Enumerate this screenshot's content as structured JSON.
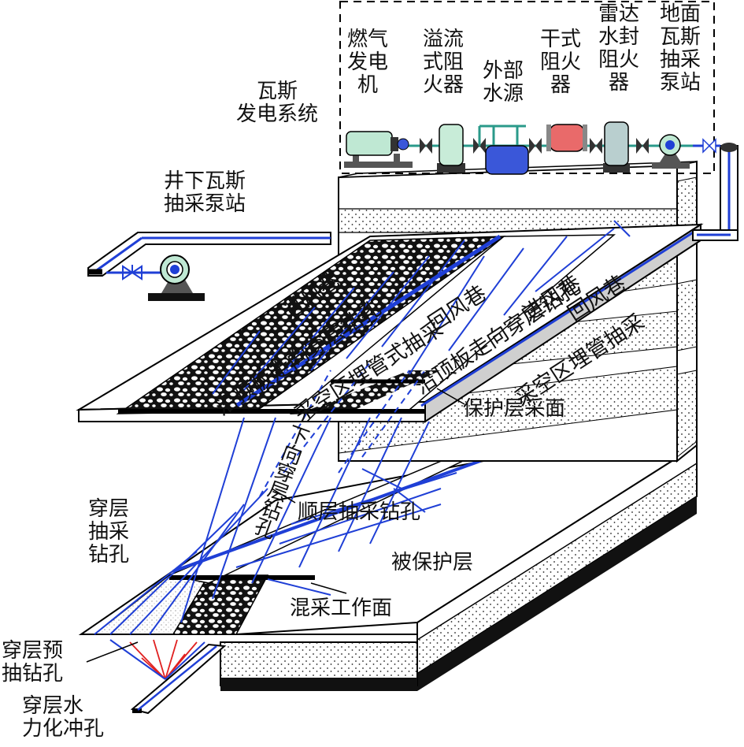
{
  "labels": {
    "gas_power_system": "瓦斯\n发电系统",
    "generator": "燃气\n发电\n机",
    "overflow_arrester": "溢流\n式阻\n火器",
    "external_water": "外部\n水源",
    "dry_arrester": "干式\n阻火\n器",
    "radar_water_seal": "雷达\n水封\n阻火\n器",
    "surface_pump_station": "地面\n瓦斯\n抽采\n泵站",
    "underground_pump_station": "井下瓦斯\n抽采泵站",
    "intake_roadway_1": "进风巷",
    "roof_strike_hole_1": "沿顶板走向穿层钻孔",
    "goaf_pipe_1": "采空区埋管式抽采",
    "return_roadway_1": "回风巷",
    "roof_strike_hole_2": "沿顶板走向穿层钻孔",
    "intake_roadway_2": "进风巷",
    "return_roadway_2": "回风巷",
    "goaf_pipe_2": "采空区埋管抽采",
    "protective_face": "保护层采面",
    "downward_hole": "下向穿层钻孔",
    "floor_hole": "顺层抽采钻孔",
    "cross_hole": "穿层\n抽采\n钻孔",
    "protected_layer": "被保护层",
    "mixed_face": "混采工作面",
    "pre_drain_hole": "穿层预\n抽钻孔",
    "hydraulic_hole": "穿层水\n力化冲孔"
  },
  "colors": {
    "pipe": "#1f3fd6",
    "line": "#000000",
    "generator": "#bfe8d3",
    "arrester": "#c8ecd8",
    "water": "#3a57d9",
    "dry_arrester": "#e96a6a",
    "radar": "#b9cfcf",
    "hydraulic": "#e02020"
  }
}
